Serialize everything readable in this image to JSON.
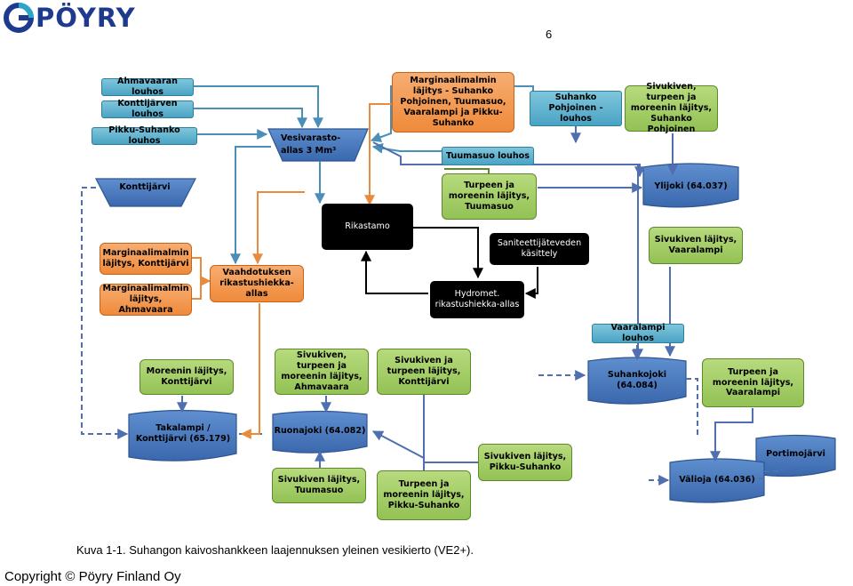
{
  "header": {
    "logo_text": "PÖYRY",
    "page_number": "6"
  },
  "nodes": {
    "ahmavaaran_louhos": "Ahmavaaran louhos",
    "konttijarven_louhos": "Konttijärven louhos",
    "pikku_suhanko_louhos": "Pikku-Suhanko louhos",
    "marg_suhanko": "Marginaalimalmin läjitys - Suhanko Pohjoinen, Tuumasuo, Vaaralampi ja Pikku-Suhanko",
    "suhanko_pohjoinen_louhos": "Suhanko Pohjoinen -louhos",
    "sivukiven_suhanko_pohj": "Sivukiven, turpeen ja moreenin läjitys, Suhanko Pohjoinen",
    "vesivarasto_line1": "Vesivarasto-",
    "vesivarasto_line2": "allas 3 Mm³",
    "tuumasuo_louhos": "Tuumasuo louhos",
    "konttijarvi": "Konttijärvi",
    "turpeen_tuumasuo": "Turpeen ja moreenin läjitys, Tuumasuo",
    "ylijoki": "Ylijoki (64.037)",
    "rikastamo": "Rikastamo",
    "saniteetti": "Saniteettijäteveden käsittely",
    "sivukiven_vaaralampi": "Sivukiven läjitys, Vaaralampi",
    "marg_konttijarvi": "Marginaalimalmin läjitys, Konttijärvi",
    "marg_ahmavaara": "Marginaalimalmin läjitys, Ahmavaara",
    "vaahdotuksen": "Vaahdotuksen rikastushiekka-allas",
    "hydromet": "Hydromet. rikastushiekka-allas",
    "vaaralampi_louhos": "Vaaralampi louhos",
    "moreenin_konttijarvi": "Moreenin läjitys, Konttijärvi",
    "sivukiven_ahmavaara": "Sivukiven, turpeen ja moreenin läjitys, Ahmavaara",
    "sivukiven_konttijarvi": "Sivukiven ja turpeen läjitys, Konttijärvi",
    "suhankojoki": "Suhankojoki (64.084)",
    "turpeen_vaaralampi": "Turpeen ja moreenin läjitys, Vaaralampi",
    "takalampi": "Takalampi / Konttijärvi (65.179)",
    "ruonajoki": "Ruonajoki (64.082)",
    "sivukiven_pikku": "Sivukiven läjitys, Pikku-Suhanko",
    "portimojarvi": "Portimojärvi",
    "sivukiven_tuumasuo": "Sivukiven läjitys, Tuumasuo",
    "turpeen_pikku": "Turpeen ja moreenin läjitys, Pikku-Suhanko",
    "valioja": "Välioja (64.036)"
  },
  "colors": {
    "blue_arrow": "#4a8fb8",
    "orange_arrow": "#e98a3c",
    "green_arrow": "#5c8a2a",
    "navy_arrow": "#4f6fb0",
    "water_blue": "#3e6fb4",
    "logo_navy": "#1e3a8f"
  },
  "caption": "Kuva 1-1. Suhangon kaivoshankkeen laajennuksen yleinen vesikierto (VE2+).",
  "copyright": "Copyright © Pöyry Finland Oy"
}
